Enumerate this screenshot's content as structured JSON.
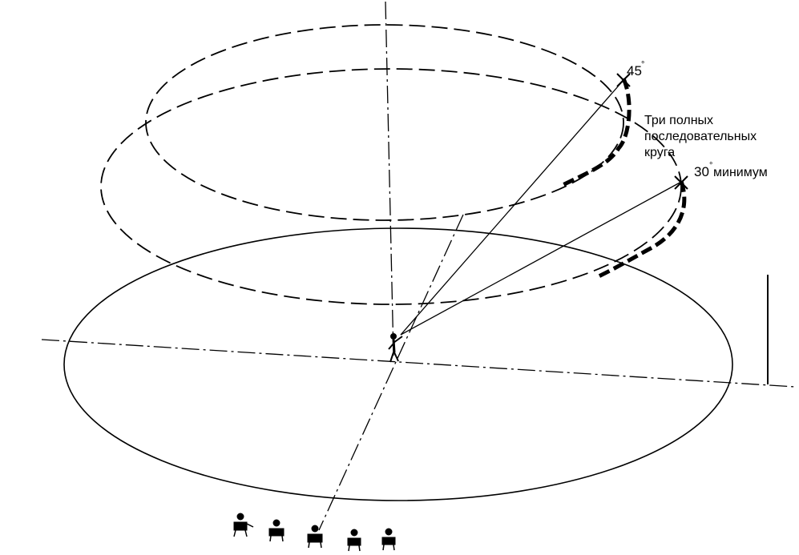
{
  "labels": {
    "angle_high": "45",
    "angle_high_unit": "°",
    "circles_line1": "Три полных",
    "circles_line2": "последовательных",
    "circles_line3": "круга",
    "angle_low": "30",
    "angle_low_unit": "°",
    "angle_low_suffix": " минимум"
  },
  "judges": {
    "count": 5
  },
  "colors": {
    "ink": "#000000",
    "background": "#ffffff"
  }
}
